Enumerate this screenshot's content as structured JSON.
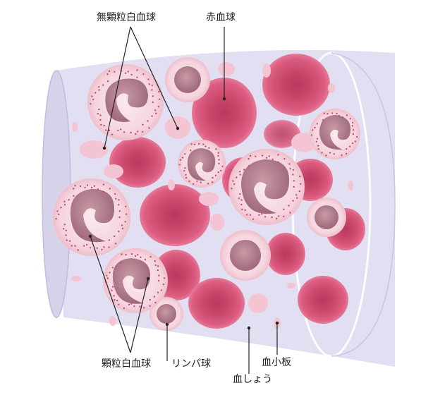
{
  "labels": {
    "agranulocyte": "無顆粒白血球",
    "red_cell": "赤血球",
    "granulocyte": "顆粒白血球",
    "lymphocyte": "リンパ球",
    "platelet": "血小板",
    "plasma": "血しょう"
  },
  "colors": {
    "vessel": "#dcd9ee",
    "vessel_edge": "#c8c4e2",
    "red_cell": "#d9557a",
    "red_cell_center": "#b83a5e",
    "white_cell": "#f6dbe2",
    "nucleus": "#b27c8b",
    "granule": "#c0506f",
    "platelet": "#f2c2cf",
    "leader": "#222222"
  }
}
